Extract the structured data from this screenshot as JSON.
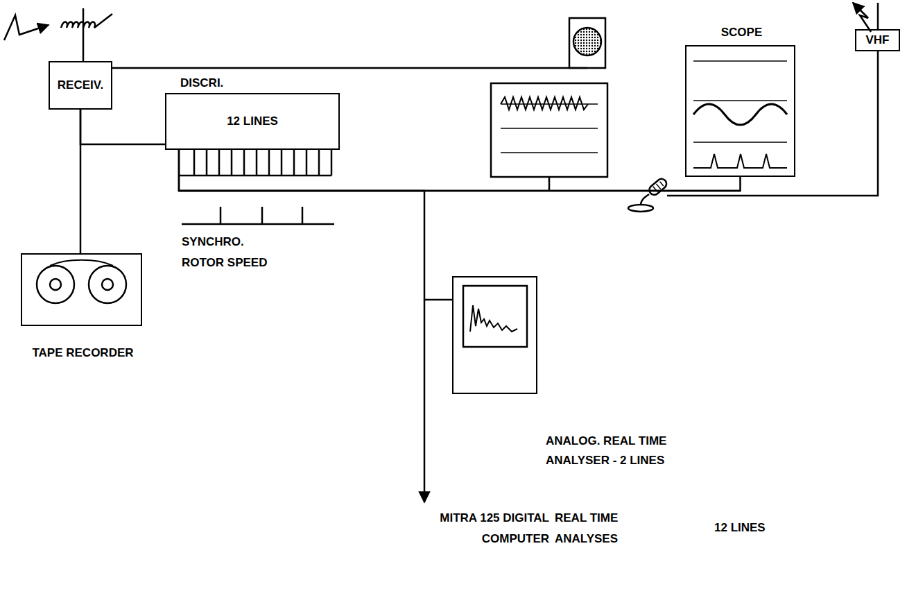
{
  "diagram": {
    "nodes": [
      {
        "text": [
          "RECEIV."
        ]
      },
      {
        "text": [
          "DISCRI.",
          "12 LINES"
        ]
      },
      {
        "text": [
          "SCOPE"
        ]
      },
      {
        "text": [
          "VHF"
        ]
      },
      {
        "text": [
          "TAPE RECORDER"
        ]
      },
      {
        "text": [
          "ANALOG. REAL TIME ANALYSER - 2 LINES"
        ]
      }
    ],
    "edges": [
      {
        "from": 0,
        "to": 4,
        "arrow": "none"
      },
      {
        "from": 0,
        "to": 1,
        "arrow": "none"
      },
      {
        "from": 1,
        "to": 2,
        "arrow": "none"
      },
      {
        "from": 1,
        "to": 5,
        "arrow": "none"
      }
    ],
    "labels": [
      "SYNCHRO. ROTOR SPEED",
      "MITRA 125 DIGITAL COMPUTER",
      "REAL TIME ANALYSES",
      "12 LINES"
    ]
  }
}
